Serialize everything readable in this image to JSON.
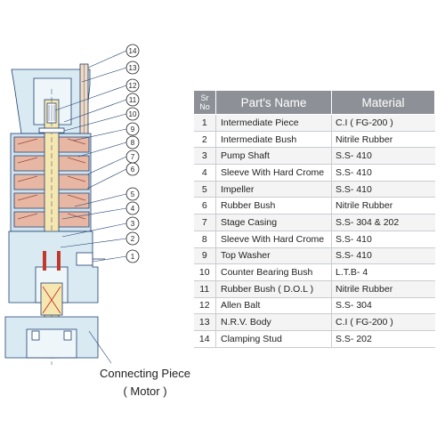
{
  "diagram": {
    "callouts": [
      "14",
      "13",
      "12",
      "11",
      "10",
      "9",
      "8",
      "7",
      "6",
      "5",
      "4",
      "3",
      "2",
      "1"
    ],
    "caption_line1": "Connecting Piece",
    "caption_line2": "( Motor )",
    "colors": {
      "line": "#1f3f6e",
      "housing": "#d9eaf3",
      "casing": "#cfe2ee",
      "impeller": "#e8b7a4",
      "shaft": "#f6e7b0",
      "accent": "#c0392b"
    }
  },
  "table": {
    "header_sr_line1": "Sr",
    "header_sr_line2": "No",
    "header_name": "Part's Name",
    "header_material": "Material",
    "rows": [
      {
        "no": "1",
        "name": "Intermediate Piece",
        "material": "C.I ( FG-200 )"
      },
      {
        "no": "2",
        "name": "Intermediate Bush",
        "material": "Nitrile Rubber"
      },
      {
        "no": "3",
        "name": "Pump Shaft",
        "material": "S.S- 410"
      },
      {
        "no": "4",
        "name": "Sleeve With Hard Crome",
        "material": "S.S- 410"
      },
      {
        "no": "5",
        "name": "Impeller",
        "material": "S.S- 410"
      },
      {
        "no": "6",
        "name": "Rubber Bush",
        "material": "Nitrile Rubber"
      },
      {
        "no": "7",
        "name": "Stage Casing",
        "material": "S.S- 304 & 202"
      },
      {
        "no": "8",
        "name": "Sleeve With Hard Crome",
        "material": "S.S- 410"
      },
      {
        "no": "9",
        "name": "Top Washer",
        "material": "S.S- 410"
      },
      {
        "no": "10",
        "name": "Counter Bearing Bush",
        "material": "L.T.B- 4"
      },
      {
        "no": "11",
        "name": "Rubber Bush ( D.O.L )",
        "material": "Nitrile Rubber"
      },
      {
        "no": "12",
        "name": "Allen Balt",
        "material": "S.S- 304"
      },
      {
        "no": "13",
        "name": "N.R.V. Body",
        "material": "C.I ( FG-200 )"
      },
      {
        "no": "14",
        "name": "Clamping Stud",
        "material": "S.S- 202"
      }
    ]
  }
}
